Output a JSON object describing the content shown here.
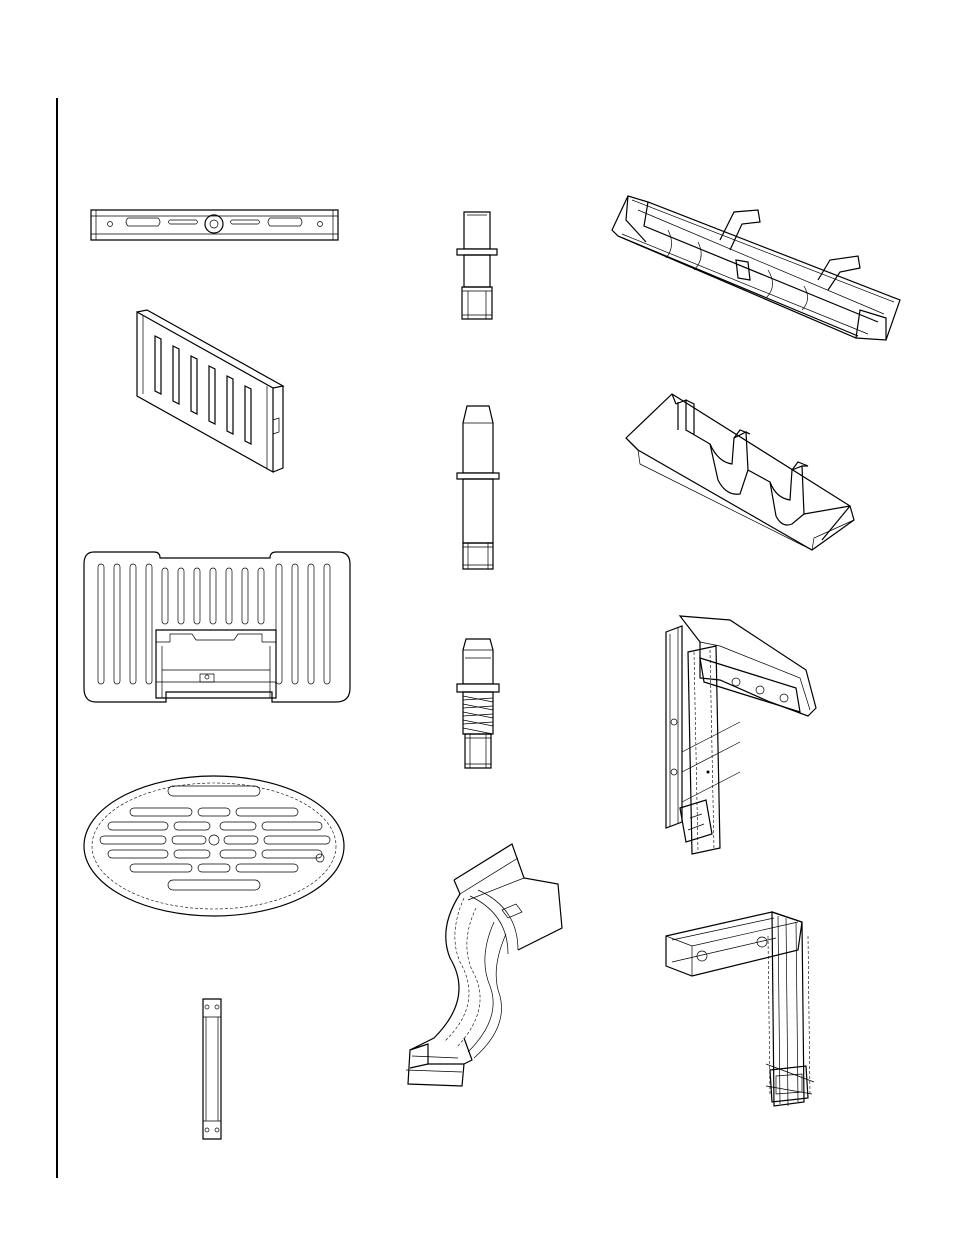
{
  "page": {
    "parts": [
      {
        "icon": "slotted-bracket-bar-drawing"
      },
      {
        "icon": "short-shaft-pin-drawing"
      },
      {
        "icon": "trough-assembly-drawing"
      },
      {
        "icon": "grate-bar-block-drawing"
      },
      {
        "icon": "long-shaft-pin-drawing"
      },
      {
        "icon": "notched-base-block-drawing"
      },
      {
        "icon": "rectangular-grate-drawing"
      },
      {
        "icon": "threaded-shaft-pin-drawing"
      },
      {
        "icon": "mounting-bracket-assembly-drawing"
      },
      {
        "icon": "oval-grate-drawing"
      },
      {
        "icon": "curved-support-bracket-drawing"
      },
      {
        "icon": "l-bracket-wireframe-drawing"
      },
      {
        "icon": "narrow-strap-drawing"
      }
    ]
  }
}
